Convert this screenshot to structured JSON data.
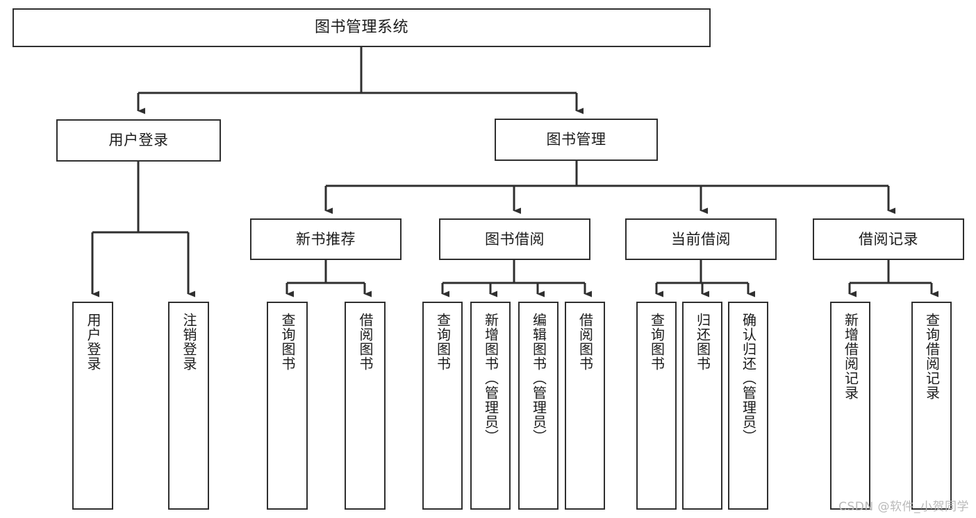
{
  "diagram": {
    "type": "tree",
    "title": "图书管理系统",
    "watermark": "CSDN @软件_小贺同学",
    "colors": {
      "stroke": "#2f2f2f",
      "fill": "#ffffff",
      "text": "#1b1b1b",
      "watermark": "#b9b9b9"
    },
    "levels": {
      "root": {
        "label": "图书管理系统"
      },
      "level2": [
        {
          "label": "用户登录"
        },
        {
          "label": "图书管理"
        }
      ],
      "level3": [
        {
          "label": "新书推荐"
        },
        {
          "label": "图书借阅"
        },
        {
          "label": "当前借阅"
        },
        {
          "label": "借阅记录"
        }
      ],
      "leaves_user_login": [
        {
          "label": "用户登录"
        },
        {
          "label": "注销登录"
        }
      ],
      "leaves_new_book": [
        {
          "label": "查询图书"
        },
        {
          "label": "借阅图书"
        }
      ],
      "leaves_borrow": [
        {
          "label": "查询图书"
        },
        {
          "label": "新增图书（管理员）"
        },
        {
          "label": "编辑图书（管理员）"
        },
        {
          "label": "借阅图书"
        }
      ],
      "leaves_current": [
        {
          "label": "查询图书"
        },
        {
          "label": "归还图书"
        },
        {
          "label": "确认归还（管理员）"
        }
      ],
      "leaves_record": [
        {
          "label": "新增借阅记录"
        },
        {
          "label": "查询借阅记录"
        }
      ]
    }
  }
}
